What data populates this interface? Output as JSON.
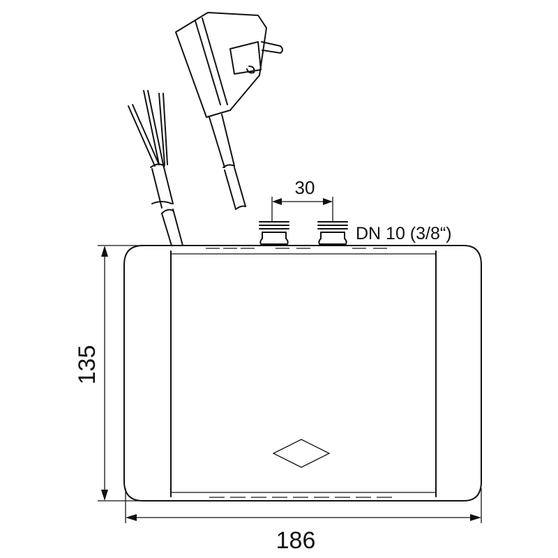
{
  "dimensions": {
    "height": "135",
    "width": "186",
    "connector_spacing": "30",
    "connector_size": "DN 10 (3/8“)"
  },
  "colors": {
    "line": "#111111",
    "background": "#ffffff"
  }
}
